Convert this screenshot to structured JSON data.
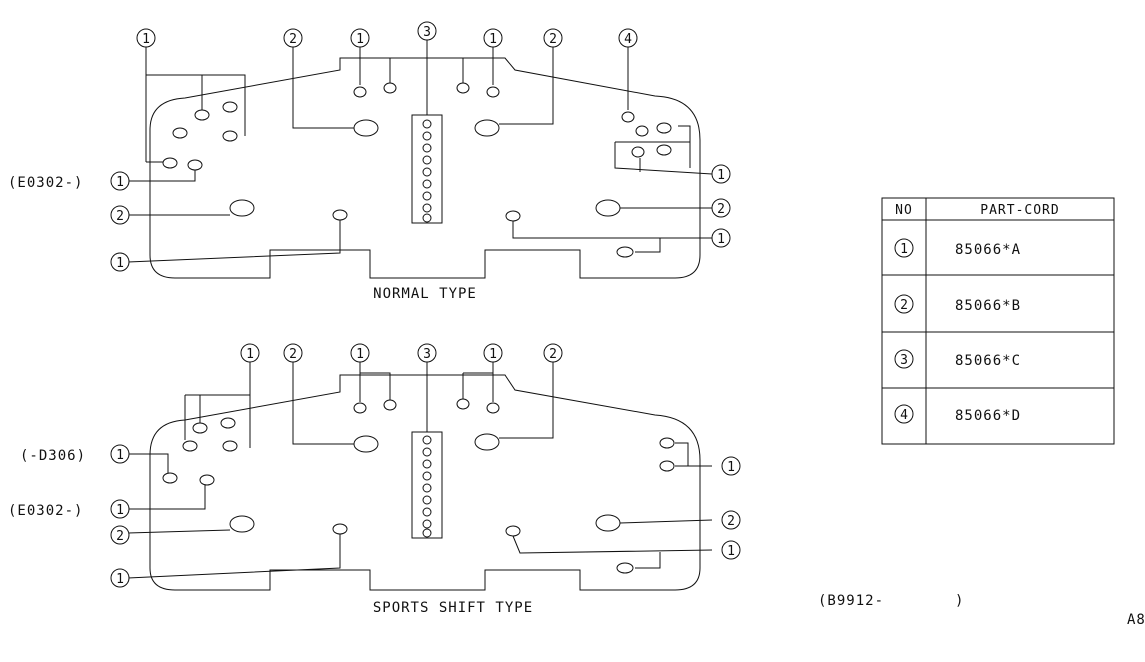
{
  "diagrams": {
    "normal": {
      "title": "NORMAL TYPE",
      "callouts": {
        "tl": "1",
        "t2a": "2",
        "t1b": "1",
        "t3": "3",
        "t1c": "1",
        "t2b": "2",
        "t4": "4",
        "left_e": "1",
        "left_2": "2",
        "left_1": "1",
        "right_1a": "1",
        "right_2": "2",
        "right_1b": "1"
      },
      "range_label": "(E0302-)"
    },
    "sports": {
      "title": "SPORTS SHIFT TYPE",
      "callouts": {
        "t1a": "1",
        "t2a": "2",
        "t1b": "1",
        "t3": "3",
        "t1c": "1",
        "t2b": "2",
        "left_d": "1",
        "left_e": "1",
        "left_2": "2",
        "left_1": "1",
        "right_1a": "1",
        "right_2": "2",
        "right_1b": "1"
      },
      "range_label_1": "(-D306)",
      "range_label_2": "(E0302-)"
    }
  },
  "parts_table": {
    "headers": [
      "NO",
      "PART-CORD"
    ],
    "rows": [
      {
        "no": "1",
        "part": "85066*A"
      },
      {
        "no": "2",
        "part": "85066*B"
      },
      {
        "no": "3",
        "part": "85066*C"
      },
      {
        "no": "4",
        "part": "85066*D"
      }
    ]
  },
  "footer": {
    "range": "(B9912-",
    "range_end": ")",
    "page_ref": "A8"
  }
}
